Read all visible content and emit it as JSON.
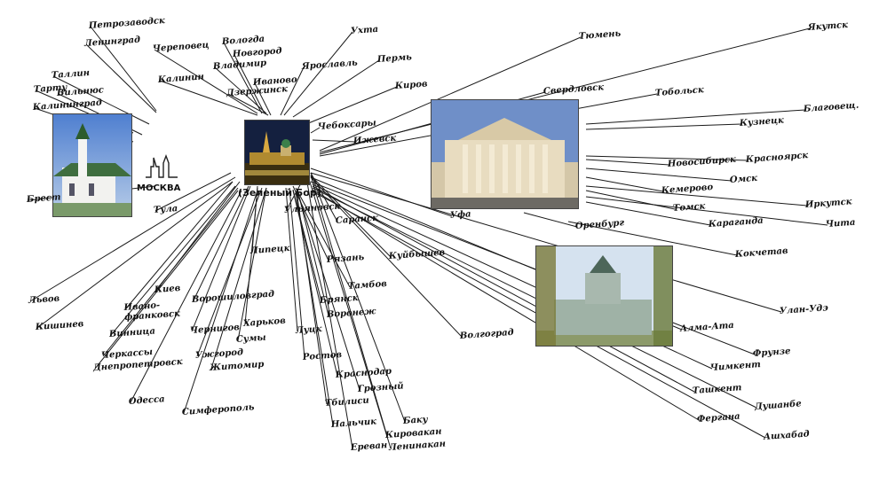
{
  "hub": {
    "label": "(Зеленый Бор)"
  },
  "moscow": {
    "label": "МОСКВА"
  },
  "cities": [
    {
      "name": "Петрозаводск"
    },
    {
      "name": "Ленинград"
    },
    {
      "name": "Череповец"
    },
    {
      "name": "Вологда"
    },
    {
      "name": "Новгород"
    },
    {
      "name": "Владимир"
    },
    {
      "name": "Калинин"
    },
    {
      "name": "Дзержинск"
    },
    {
      "name": "Иваново"
    },
    {
      "name": "Ярославль"
    },
    {
      "name": "Ухта"
    },
    {
      "name": "Пермь"
    },
    {
      "name": "Киров"
    },
    {
      "name": "Таллин"
    },
    {
      "name": "Тарту"
    },
    {
      "name": "Вильнюс"
    },
    {
      "name": "Калининград"
    },
    {
      "name": "Чебоксары"
    },
    {
      "name": "Ижевск"
    },
    {
      "name": "Тюмень"
    },
    {
      "name": "Якутск"
    },
    {
      "name": "Свердловск"
    },
    {
      "name": "Тобольск"
    },
    {
      "name": "Благовещ."
    },
    {
      "name": "Кузнецк"
    },
    {
      "name": "Красноярск"
    },
    {
      "name": "Новосибирск"
    },
    {
      "name": "Омск"
    },
    {
      "name": "Кемерово"
    },
    {
      "name": "Иркутск"
    },
    {
      "name": "Томск"
    },
    {
      "name": "Чита"
    },
    {
      "name": "Караганда"
    },
    {
      "name": "Оренбург"
    },
    {
      "name": "Кокчетав"
    },
    {
      "name": "Уфа"
    },
    {
      "name": "Саранск"
    },
    {
      "name": "Ульяновск"
    },
    {
      "name": "Куйбышев"
    },
    {
      "name": "Брест"
    },
    {
      "name": "Тула"
    },
    {
      "name": "Липецк"
    },
    {
      "name": "Рязань"
    },
    {
      "name": "Тамбов"
    },
    {
      "name": "Брянск"
    },
    {
      "name": "Воронеж"
    },
    {
      "name": "Киев"
    },
    {
      "name": "Ворошиловград"
    },
    {
      "name": "Ивано-\nфранковск"
    },
    {
      "name": "Львов"
    },
    {
      "name": "Кишинев"
    },
    {
      "name": "Винница"
    },
    {
      "name": "Чернигов"
    },
    {
      "name": "Харьков"
    },
    {
      "name": "Сумы"
    },
    {
      "name": "Черкассы"
    },
    {
      "name": "Днепропетровск"
    },
    {
      "name": "Луцк"
    },
    {
      "name": "Ростов"
    },
    {
      "name": "Житомир"
    },
    {
      "name": "Ужгород"
    },
    {
      "name": "Одесса"
    },
    {
      "name": "Симферополь"
    },
    {
      "name": "Краснодар"
    },
    {
      "name": "Грозный"
    },
    {
      "name": "Тбилиси"
    },
    {
      "name": "Нальчик"
    },
    {
      "name": "Баку"
    },
    {
      "name": "Кировакан"
    },
    {
      "name": "Ереван"
    },
    {
      "name": "Ленинакан"
    },
    {
      "name": "Волгоград"
    },
    {
      "name": "Улан-Удэ"
    },
    {
      "name": "Алма-Ата"
    },
    {
      "name": "Фрунзе"
    },
    {
      "name": "Чимкент"
    },
    {
      "name": "Ташкент"
    },
    {
      "name": "Душанбе"
    },
    {
      "name": "Фергана"
    },
    {
      "name": "Ашхабад"
    }
  ],
  "colors": {
    "line": "#1a1a1a",
    "text": "#111111"
  }
}
